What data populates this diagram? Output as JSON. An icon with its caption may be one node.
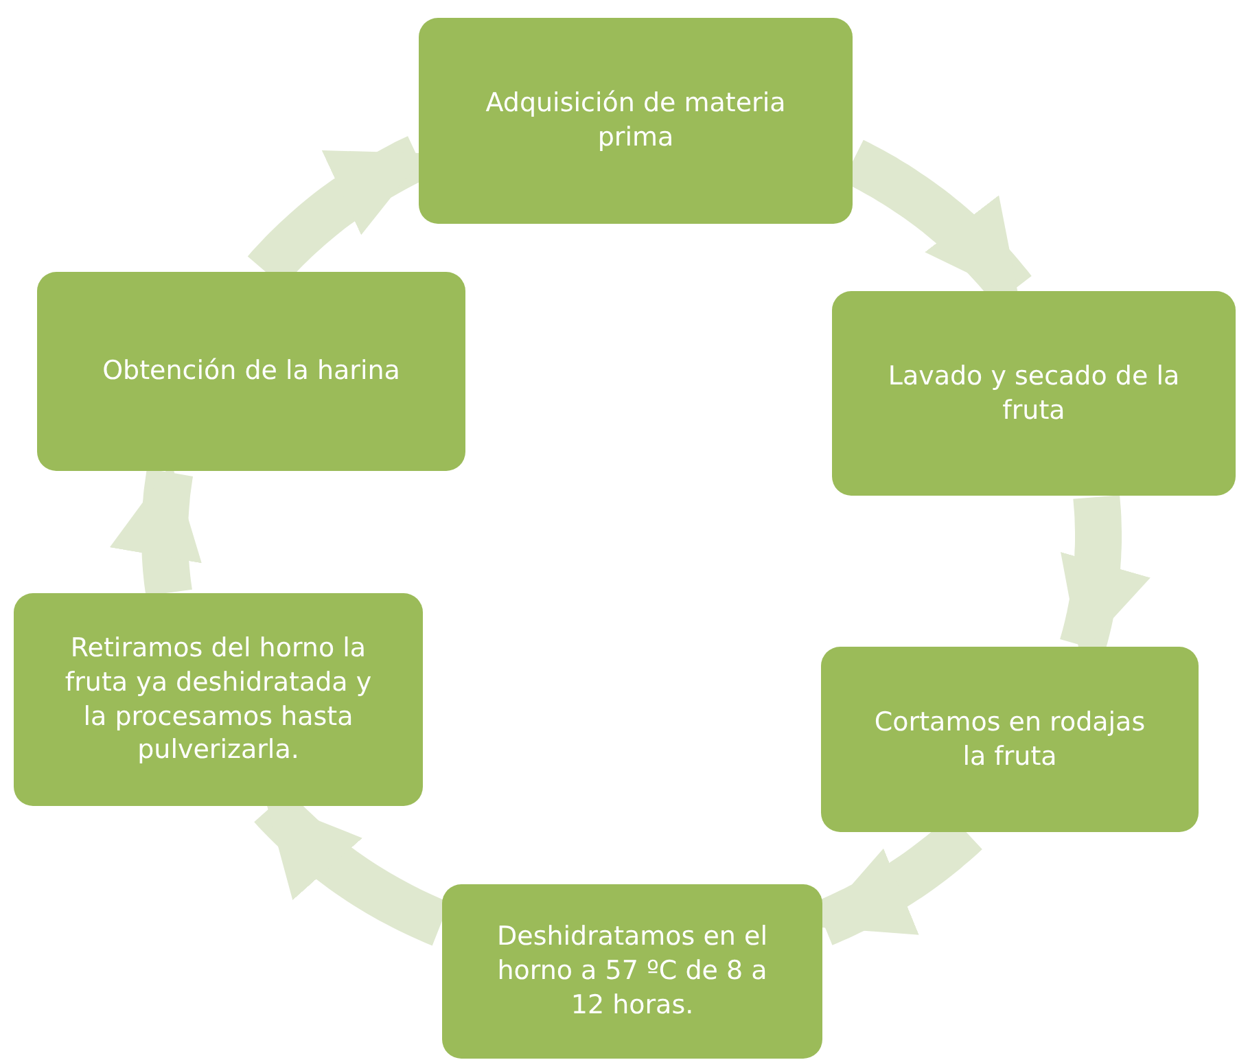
{
  "diagram": {
    "nodes": [
      {
        "text": [
          "Adquisición de materia prima"
        ]
      },
      {
        "text": [
          "Lavado y secado de la fruta"
        ]
      },
      {
        "text": [
          "Cortamos en rodajas la fruta"
        ]
      },
      {
        "text": [
          "Deshidratamos en el horno a 57 ºC de 8 a 12 horas."
        ]
      },
      {
        "text": [
          "Retiramos del horno la fruta ya deshidratada y la procesamos hasta pulverizarla."
        ]
      },
      {
        "text": [
          "Obtención de la harina"
        ]
      }
    ],
    "edges": [
      {
        "from": 0,
        "to": 1,
        "arrow": "to"
      },
      {
        "from": 1,
        "to": 2,
        "arrow": "to"
      },
      {
        "from": 2,
        "to": 3,
        "arrow": "to"
      },
      {
        "from": 3,
        "to": 4,
        "arrow": "to"
      },
      {
        "from": 4,
        "to": 5,
        "arrow": "to"
      },
      {
        "from": 5,
        "to": 0,
        "arrow": "to"
      }
    ]
  }
}
